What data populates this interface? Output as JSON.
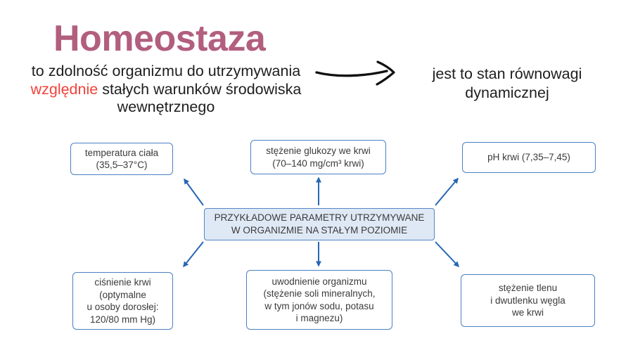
{
  "header": {
    "title": "Homeostaza"
  },
  "definition_left": {
    "line1": "to zdolność organizmu do utrzymywania",
    "highlight": "względnie",
    "line2_rest": " stałych warunków środowiska",
    "line3": "wewnętrznego"
  },
  "definition_right": {
    "line1": "jest to stan równowagi",
    "line2": "dynamicznej"
  },
  "diagram": {
    "center": {
      "line1": "PRZYKŁADOWE PARAMETRY UTRZYMYWANE",
      "line2": "W ORGANIZMIE NA STAŁYM POZIOMIE"
    },
    "temperature": {
      "line1": "temperatura ciała",
      "line2": "(35,5–37°C)"
    },
    "glucose": {
      "line1": "stężenie glukozy we krwi",
      "line2": "(70–140 mg/cm³ krwi)"
    },
    "ph": {
      "line1": "pH krwi (7,35–7,45)"
    },
    "pressure": {
      "line1": "ciśnienie krwi",
      "line2": "(optymalne",
      "line3": "u osoby dorosłej:",
      "line4": "120/80 mm Hg)"
    },
    "hydration": {
      "line1": "uwodnienie organizmu",
      "line2": "(stężenie soli mineralnych,",
      "line3": "w tym jonów sodu, potasu",
      "line4": "i magnezu)"
    },
    "oxygen": {
      "line1": "stężenie tlenu",
      "line2": "i dwutlenku węgla",
      "line3": "we krwi"
    }
  },
  "colors": {
    "title": "#b25e7e",
    "highlight": "#f3423a",
    "text": "#1e1e1e",
    "box-border": "#4a80c4",
    "box-text": "#3a3a3a",
    "center-fill": "#dfe9f5",
    "center-border": "#5585c5",
    "arrow-blue": "#2667b3",
    "hand-arrow": "#111111"
  }
}
